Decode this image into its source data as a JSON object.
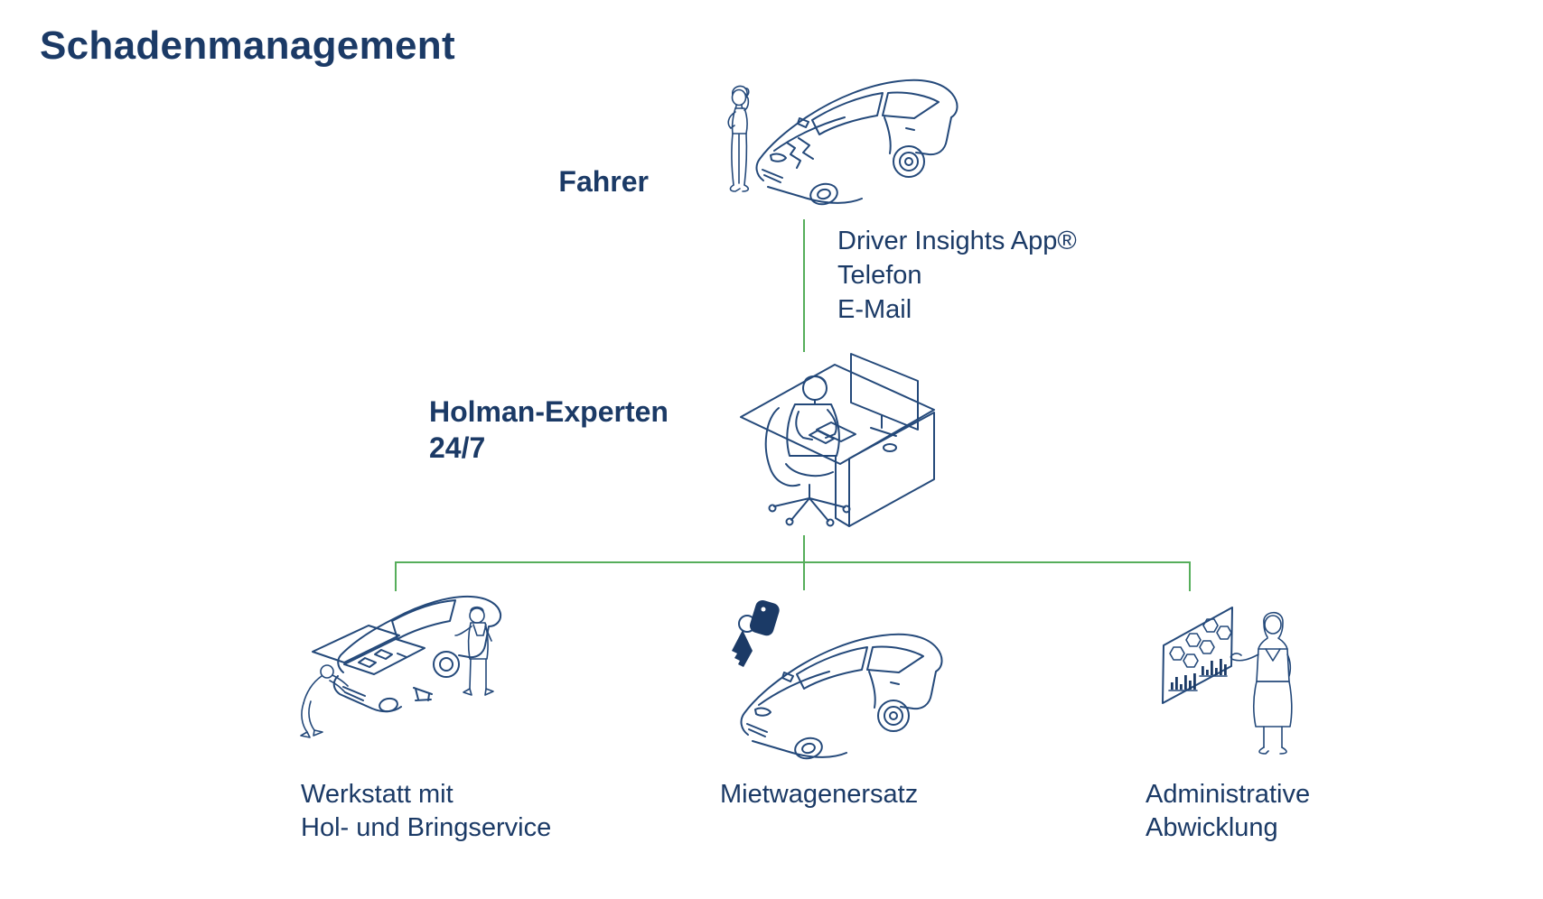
{
  "title": "Schadenmanagement",
  "colors": {
    "background": "#ffffff",
    "text_navy": "#1b3a66",
    "illustration_stroke": "#24497a",
    "connector_green": "#56ae5b"
  },
  "diagram": {
    "fahrer": {
      "label": "Fahrer"
    },
    "channels": {
      "lines": [
        "Driver Insights App®",
        "Telefon",
        "E-Mail"
      ]
    },
    "holman": {
      "line1": "Holman-Experten",
      "line2": "24/7"
    },
    "werkstatt": {
      "line1": "Werkstatt mit",
      "line2": "Hol- und Bringservice"
    },
    "mietwagen": {
      "label": "Mietwagenersatz"
    },
    "administration": {
      "line1": "Administrative",
      "line2": "Abwicklung"
    }
  },
  "illustrations": {
    "top": "driver-with-damaged-car-illustration",
    "middle": "expert-at-desk-illustration",
    "bottom_left": "workshop-car-repair-illustration",
    "bottom_middle": "rental-car-with-key-illustration",
    "bottom_right": "presenter-with-chart-board-illustration"
  }
}
